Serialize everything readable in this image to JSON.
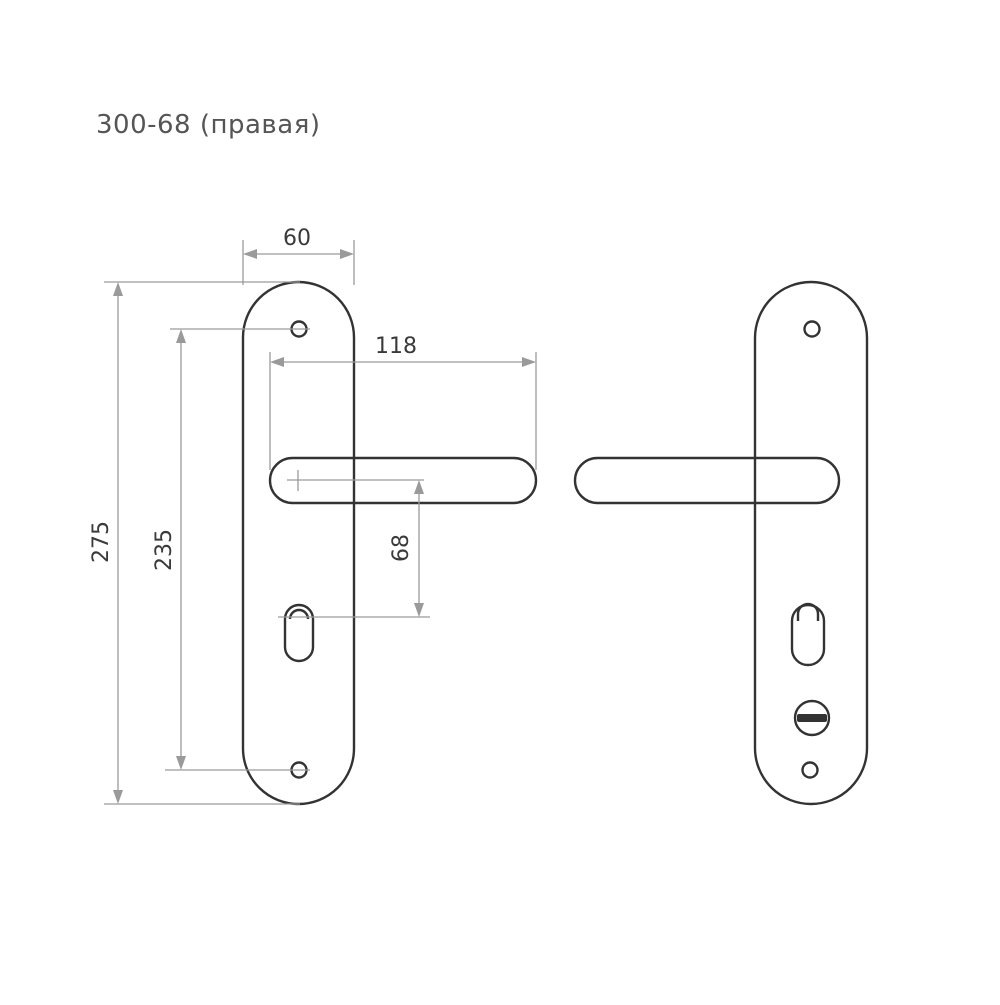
{
  "title": "300-68 (правая)",
  "dimensions": {
    "width": "60",
    "handle_length": "118",
    "axis_distance": "68",
    "mount_distance": "235",
    "total_height": "275"
  }
}
